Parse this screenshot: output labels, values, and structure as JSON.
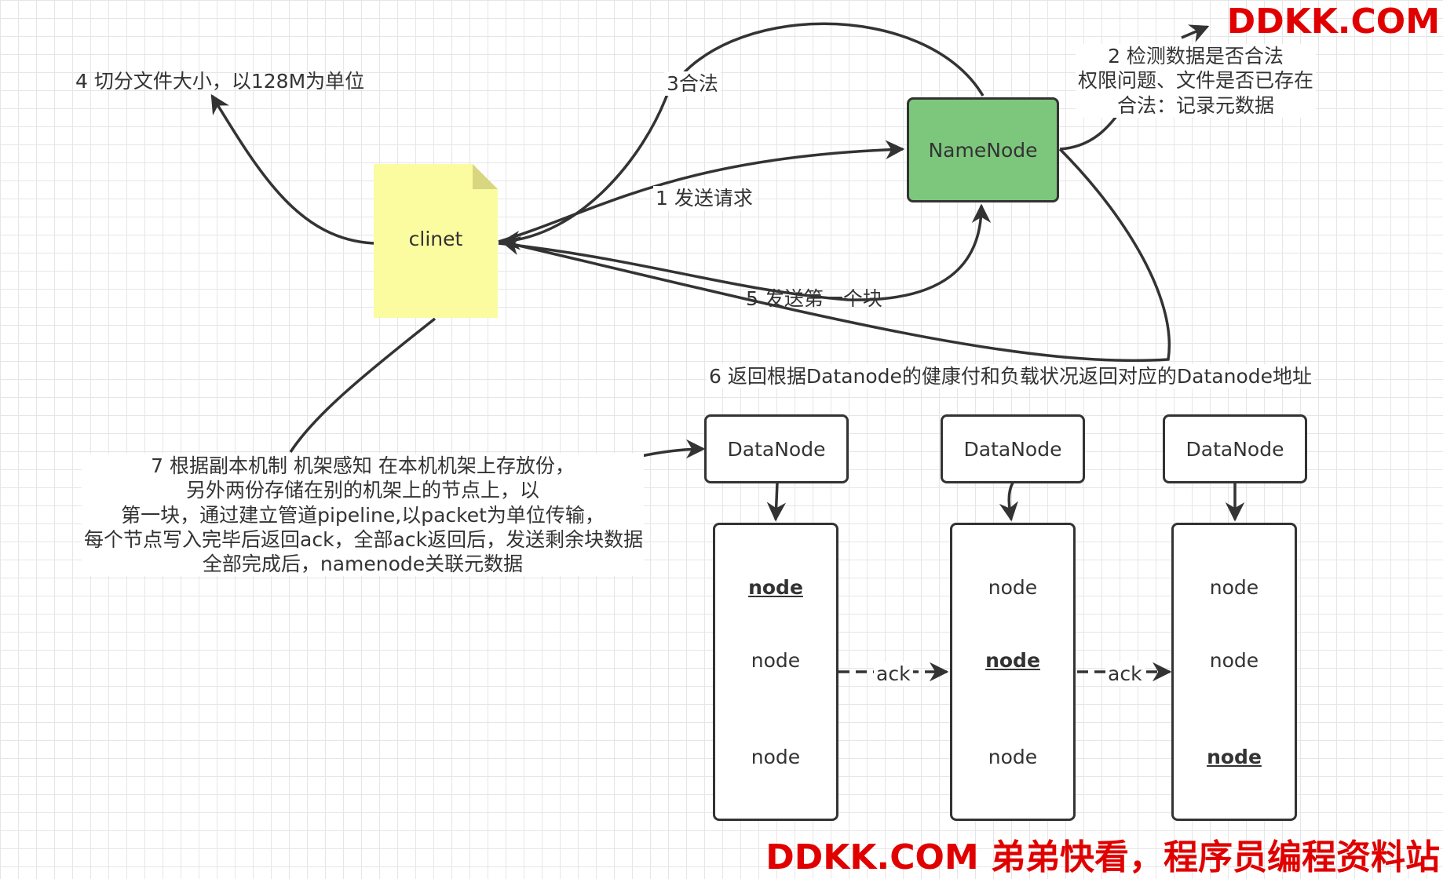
{
  "watermark": {
    "top": "DDKK.COM",
    "bottom": "DDKK.COM 弟弟快看，程序员编程资料站"
  },
  "nodes": {
    "client": "clinet",
    "namenode": "NameNode",
    "datanodes": [
      "DataNode",
      "DataNode",
      "DataNode"
    ]
  },
  "racks": [
    {
      "cells": [
        {
          "label": "node",
          "highlight": true
        },
        {
          "label": "node",
          "highlight": false
        },
        {
          "label": "node",
          "highlight": false
        }
      ]
    },
    {
      "cells": [
        {
          "label": "node",
          "highlight": false
        },
        {
          "label": "node",
          "highlight": true
        },
        {
          "label": "node",
          "highlight": false
        }
      ]
    },
    {
      "cells": [
        {
          "label": "node",
          "highlight": false
        },
        {
          "label": "node",
          "highlight": false
        },
        {
          "label": "node",
          "highlight": true
        }
      ]
    }
  ],
  "ack_labels": [
    "ack",
    "ack"
  ],
  "steps": {
    "step1": "1 发送请求",
    "step2": [
      "2 检测数据是否合法",
      "权限问题、文件是否已存在",
      "合法：记录元数据"
    ],
    "step3": "3合法",
    "step4": "4 切分文件大小，以128M为单位",
    "step5": "5 发送第一个块",
    "step6": "6 返回根据Datanode的健康付和负载状况返回对应的Datanode地址",
    "step7": [
      "7 根据副本机制 机架感知 在本机机架上存放份，",
      "另外两份存储在别的机架上的节点上，以",
      "第一块，通过建立管道pipeline,以packet为单位传输，",
      "每个节点写入完毕后返回ack，全部ack返回后，发送剩余块数据",
      "全部完成后，namenode关联元数据"
    ]
  },
  "colors": {
    "namenode_fill": "#7dc77d",
    "client_fill": "#fbfba0",
    "stroke": "#333333",
    "watermark": "#e00000"
  }
}
